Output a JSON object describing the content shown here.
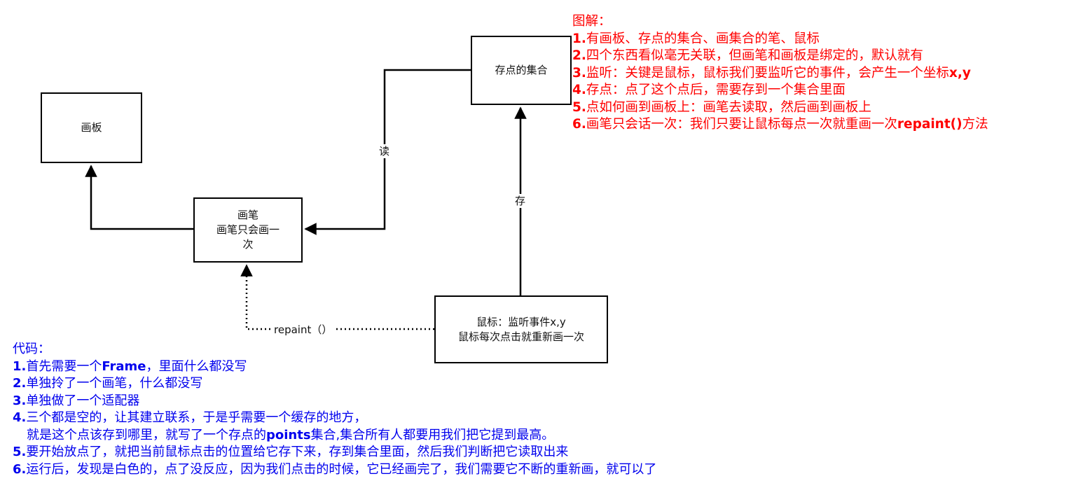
{
  "nodes": {
    "board": {
      "lines": [
        "画板"
      ]
    },
    "pen": {
      "lines": [
        "画笔",
        "画笔只会画一",
        "次"
      ]
    },
    "point_set": {
      "lines": [
        "存点的集合"
      ]
    },
    "mouse": {
      "lines": [
        "鼠标：监听事件x,y",
        "鼠标每次点击就重新画一次"
      ]
    }
  },
  "edges": {
    "read": "读",
    "store": "存",
    "repaint": "repaint（）"
  },
  "legend": {
    "title": "图解：",
    "items": [
      {
        "num": "1.",
        "text": "有画板、存点的集合、画集合的笔、鼠标"
      },
      {
        "num": "2.",
        "text": "四个东西看似毫无关联，但画笔和画板是绑定的，默认就有"
      },
      {
        "num": "3.",
        "text": "监听：关键是鼠标，鼠标我们要监听它的事件，会产生一个坐标",
        "bold_tail": "x,y"
      },
      {
        "num": "4.",
        "text": "存点：点了这个点后，需要存到一个集合里面"
      },
      {
        "num": "5.",
        "text": "点如何画到画板上：画笔去读取，然后画到画板上"
      },
      {
        "num": "6.",
        "text": "画笔只会话一次：我们只要让鼠标每点一次就重画一次",
        "bold_tail": "repaint()",
        "tail": "方法"
      }
    ]
  },
  "code_notes": {
    "title": "代码：",
    "items": [
      {
        "num": "1.",
        "text": "首先需要一个",
        "bold": "Frame",
        "tail": "，里面什么都没写"
      },
      {
        "num": "2.",
        "text": "单独拎了一个画笔，什么都没写"
      },
      {
        "num": "3.",
        "text": "单独做了一个适配器"
      },
      {
        "num": "4.",
        "text": "三个都是空的，让其建立联系，于是乎需要一个缓存的地方，"
      },
      {
        "num": "",
        "text": "就是这个点该存到哪里，就写了一个存点的",
        "bold": "points",
        "tail": "集合,集合所有人都要用我们把它提到最高。",
        "indent": true
      },
      {
        "num": "5.",
        "text": "要开始放点了，就把当前鼠标点击的位置给它存下来，存到集合里面，然后我们判断把它读取出来"
      },
      {
        "num": "6.",
        "text": "运行后，发现是白色的，点了没反应，因为我们点击的时候，它已经画完了，我们需要它不断的重新画，就可以了"
      }
    ]
  },
  "colors": {
    "legend": "#ff0000",
    "code": "#0000ee",
    "lines": "#000000"
  }
}
